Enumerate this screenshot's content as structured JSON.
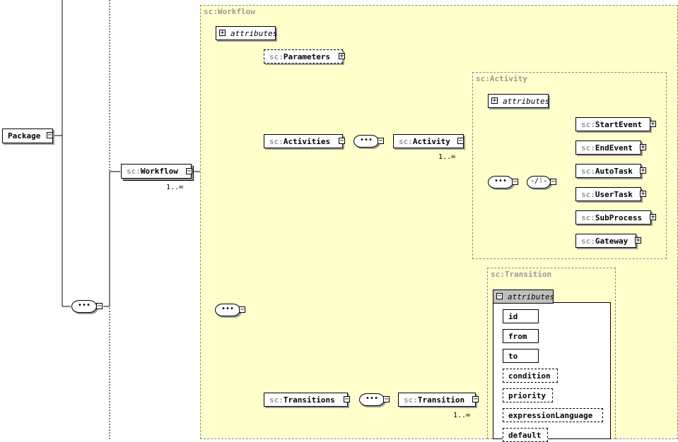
{
  "prefix": "sc:",
  "root": {
    "package": "Package"
  },
  "workflow": {
    "name": "Workflow",
    "occurs": "1..∞",
    "region_title": "sc:Workflow"
  },
  "attributes_label": "attributes",
  "parameters": "Parameters",
  "activities": {
    "name": "Activities"
  },
  "activity": {
    "name": "Activity",
    "occurs": "1..∞",
    "region_title": "sc:Activity",
    "choices": [
      "StartEvent",
      "EndEvent",
      "AutoTask",
      "UserTask",
      "SubProcess",
      "Gateway"
    ]
  },
  "transitions": {
    "name": "Transitions"
  },
  "transition": {
    "name": "Transition",
    "occurs": "1..∞",
    "region_title": "sc:Transition",
    "attributes": [
      {
        "name": "id",
        "optional": false
      },
      {
        "name": "from",
        "optional": false
      },
      {
        "name": "to",
        "optional": false
      },
      {
        "name": "condition",
        "optional": true
      },
      {
        "name": "priority",
        "optional": true
      },
      {
        "name": "expressionLanguage",
        "optional": true
      },
      {
        "name": "default",
        "optional": true
      }
    ]
  },
  "symbols": {
    "sequence": "•••",
    "choice": "-/⁞-",
    "expand": "+",
    "collapse": "−"
  }
}
